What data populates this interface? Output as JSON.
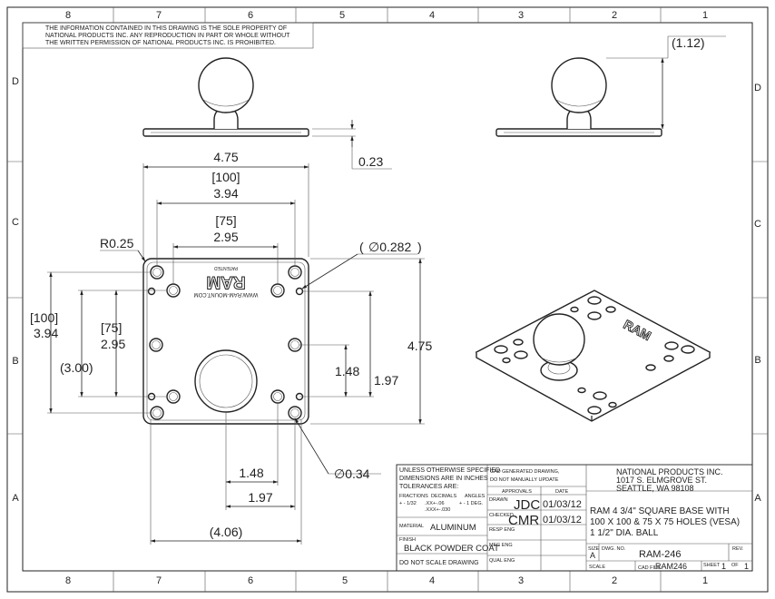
{
  "zones": {
    "columns": [
      "8",
      "7",
      "6",
      "5",
      "4",
      "3",
      "2",
      "1"
    ],
    "rows": [
      "D",
      "C",
      "B",
      "A"
    ]
  },
  "notice": [
    "THE INFORMATION CONTAINED IN THIS DRAWING IS THE SOLE PROPERTY OF",
    "NATIONAL PRODUCTS INC. ANY REPRODUCTION IN PART OR WHOLE WITHOUT",
    "THE WRITTEN PERMISSION OF NATIONAL PRODUCTS INC. IS PROHIBITED."
  ],
  "dimensions": {
    "ball_height_ref": "(1.12)",
    "plate_thickness": "0.23",
    "overall_width": "4.75",
    "vesa100_width_ref": "[100]",
    "vesa100_width": "3.94",
    "vesa75_width_ref": "[75]",
    "vesa75_width": "2.95",
    "corner_radius": "R0.25",
    "small_hole_dia": "∅0.282",
    "small_hole_dia_paren_l": "(",
    "small_hole_dia_paren_r": ")",
    "overall_height": "4.75",
    "vesa100_height_ref": "[100]",
    "vesa100_height": "3.94",
    "vesa75_height_ref": "[75]",
    "vesa75_height": "2.95",
    "inner_height_ref": "(3.00)",
    "hole_offset_v1": "1.48",
    "hole_offset_v2": "1.97",
    "hole_offset_h1": "1.48",
    "hole_offset_h2": "1.97",
    "large_hole_dia": "∅0.34",
    "inner_width_ref": "(4.06)"
  },
  "plate_marks": {
    "logo": "RAM",
    "url": "WWW.RAM-MOUNT.COM",
    "patented": "PATENTED"
  },
  "title_block": {
    "tolerance_lines": [
      "UNLESS OTHERWISE SPECIFIED",
      "DIMENSIONS ARE IN INCHES",
      "TOLERANCES ARE:"
    ],
    "tol_headers": [
      "FRACTIONS",
      "DECIMALS",
      "ANGLES"
    ],
    "tol_fraction": "+ - 1/32",
    "tol_decimal_1": ".XX+-.06",
    "tol_decimal_2": ".XXX+-.030",
    "tol_angle": "+ - 1 DEG.",
    "material_label": "MATERIAL",
    "material": "ALUMINUM",
    "finish_label": "FINISH",
    "finish": "BLACK POWDER COAT",
    "no_scale": "DO NOT SCALE DRAWING",
    "cad_note_1": "CAD GENERATED DRAWING,",
    "cad_note_2": "DO NOT MANUALLY UPDATE",
    "approvals_label": "APPROVALS",
    "date_label": "DATE",
    "drawn_label": "DRAWN",
    "drawn_by": "JDC",
    "drawn_date": "01/03/12",
    "checked_label": "CHECKED",
    "checked_by": "CMR",
    "checked_date": "01/03/12",
    "resp_eng": "RESP ENG",
    "mfg_eng": "MFG ENG",
    "qual_eng": "QUAL ENG",
    "company_1": "NATIONAL PRODUCTS INC.",
    "company_2": "1017 S. ELMGROVE ST.",
    "company_3": "SEATTLE, WA 98108",
    "title_1": "RAM 4 3/4\" SQUARE BASE WITH",
    "title_2": "100 X 100 & 75 X 75 HOLES (VESA)",
    "title_3": "1 1/2\" DIA. BALL",
    "size_label": "SIZE",
    "size": "A",
    "dwg_no_label": "DWG. NO.",
    "dwg_no": "RAM-246",
    "rev_label": "REV.",
    "scale_label": "SCALE",
    "cad_file_label": "CAD FILE:",
    "cad_file": "RAM246",
    "sheet_label": "SHEET",
    "sheet_no": "1",
    "of_label": "OF",
    "of_no": "1"
  }
}
